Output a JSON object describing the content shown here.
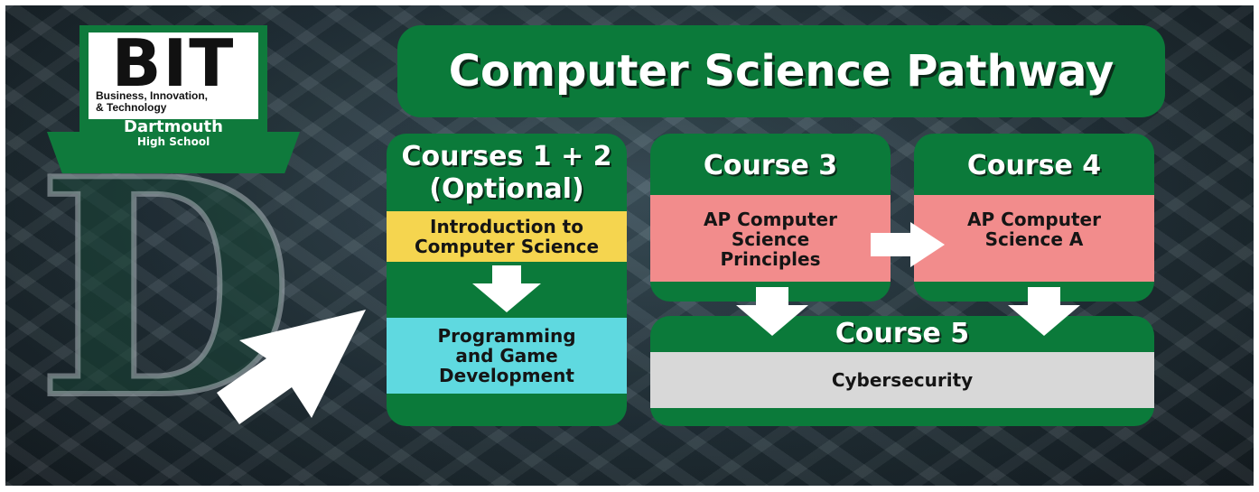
{
  "logo": {
    "letters": "BIT",
    "subtitle_line1": "Business, Innovation,",
    "subtitle_line2": "& Technology",
    "school_name": "Dartmouth",
    "school_type": "High School",
    "colors": {
      "green": "#0f7a3c",
      "white": "#ffffff"
    }
  },
  "watermark_letter": "D",
  "title": "Computer Science Pathway",
  "courses": [
    {
      "heading_line1": "Courses 1 + 2",
      "heading_line2": "(Optional)",
      "items": [
        {
          "line1": "Introduction to",
          "line2": "Computer Science",
          "color": "#f5d54f"
        },
        {
          "line1": "Programming",
          "line2": "and Game",
          "line3": "Development",
          "color": "#5fd9e0"
        }
      ]
    },
    {
      "heading": "Course 3",
      "item": {
        "line1": "AP Computer",
        "line2": "Science",
        "line3": "Principles",
        "color": "#f28c8c"
      }
    },
    {
      "heading": "Course 4",
      "item": {
        "line1": "AP Computer",
        "line2": "Science A",
        "color": "#f28c8c"
      }
    },
    {
      "heading": "Course 5",
      "item": {
        "line1": "Cybersecurity",
        "color": "#d8d8d8"
      }
    }
  ],
  "colors": {
    "panel_green": "#0b7a3a",
    "arrow_white": "#ffffff"
  }
}
